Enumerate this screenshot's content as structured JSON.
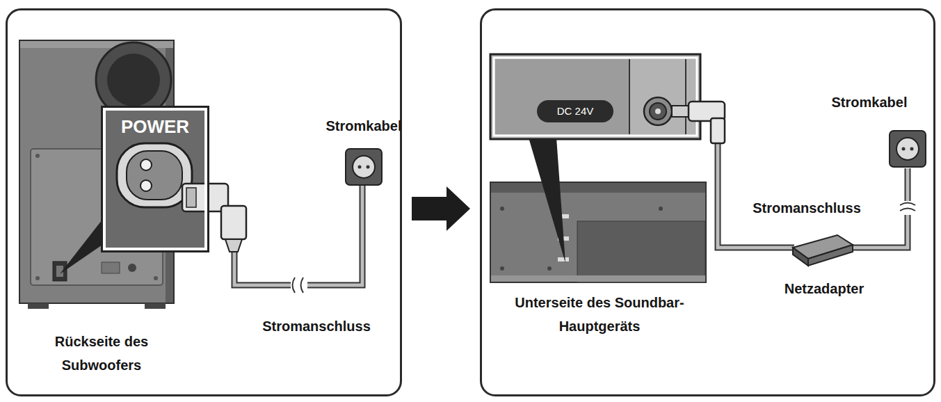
{
  "diagram": {
    "nodes": [
      {
        "text": [
          "Rückseite des Subwoofers"
        ]
      },
      {
        "text": [
          "POWER"
        ],
        "in": 0
      },
      {
        "text": [
          "Unterseite des Soundbar-Hauptgeräts"
        ]
      },
      {
        "text": [
          "DC 24V"
        ],
        "in": 2
      }
    ],
    "edges": [
      {
        "from": 0,
        "to": 2,
        "arrow": "to"
      }
    ],
    "labels": [
      "Stromkabel",
      "Stromanschluss",
      "Stromkabel",
      "Stromanschluss",
      "Netzadapter"
    ]
  }
}
